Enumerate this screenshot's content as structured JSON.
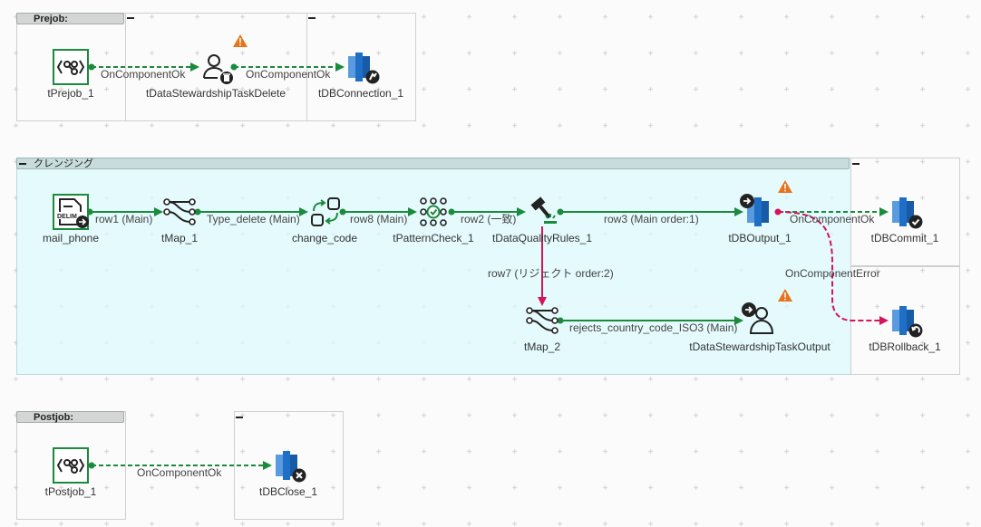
{
  "subjobs": {
    "prejob": "Prejob:",
    "cleansing": "クレンジング",
    "postjob": "Postjob:"
  },
  "components": {
    "tPrejob_1": "tPrejob_1",
    "tDataStewardshipTaskDelete": "tDataStewardshipTaskDelete",
    "tDBConnection_1": "tDBConnection_1",
    "mail_phone": "mail_phone",
    "tMap_1": "tMap_1",
    "change_code": "change_code",
    "tPatternCheck_1": "tPatternCheck_1",
    "tDataQualityRules_1": "tDataQualityRules_1",
    "tDBOutput_1": "tDBOutput_1",
    "tDBCommit_1": "tDBCommit_1",
    "tDBRollback_1": "tDBRollback_1",
    "tMap_2": "tMap_2",
    "tDataStewardshipTaskOutput": "tDataStewardshipTaskOutput",
    "tPostjob_1": "tPostjob_1",
    "tDBClose_1": "tDBClose_1"
  },
  "links": {
    "prejob_to_delete": "OnComponentOk",
    "delete_to_connection": "OnComponentOk",
    "row1": "row1 (Main)",
    "type_delete": "Type_delete (Main)",
    "row8": "row8 (Main)",
    "row2": "row2 (一致)",
    "row3": "row3 (Main order:1)",
    "output_to_commit": "OnComponentOk",
    "output_to_rollback": "OnComponentError",
    "row7": "row7 (リジェクト order:2)",
    "rejects": "rejects_country_code_ISO3 (Main)",
    "postjob_to_close": "OnComponentOk"
  },
  "icon_text": {
    "delimited": "DELIM"
  },
  "colors": {
    "main_link": "#1a8a3c",
    "trigger_link": "#1a8a3c",
    "reject_link": "#d4145a",
    "error_link": "#d4145a",
    "warning": "#e8731a",
    "db_blue": "#1f6fc6",
    "frame_green": "#1a8a3c"
  }
}
